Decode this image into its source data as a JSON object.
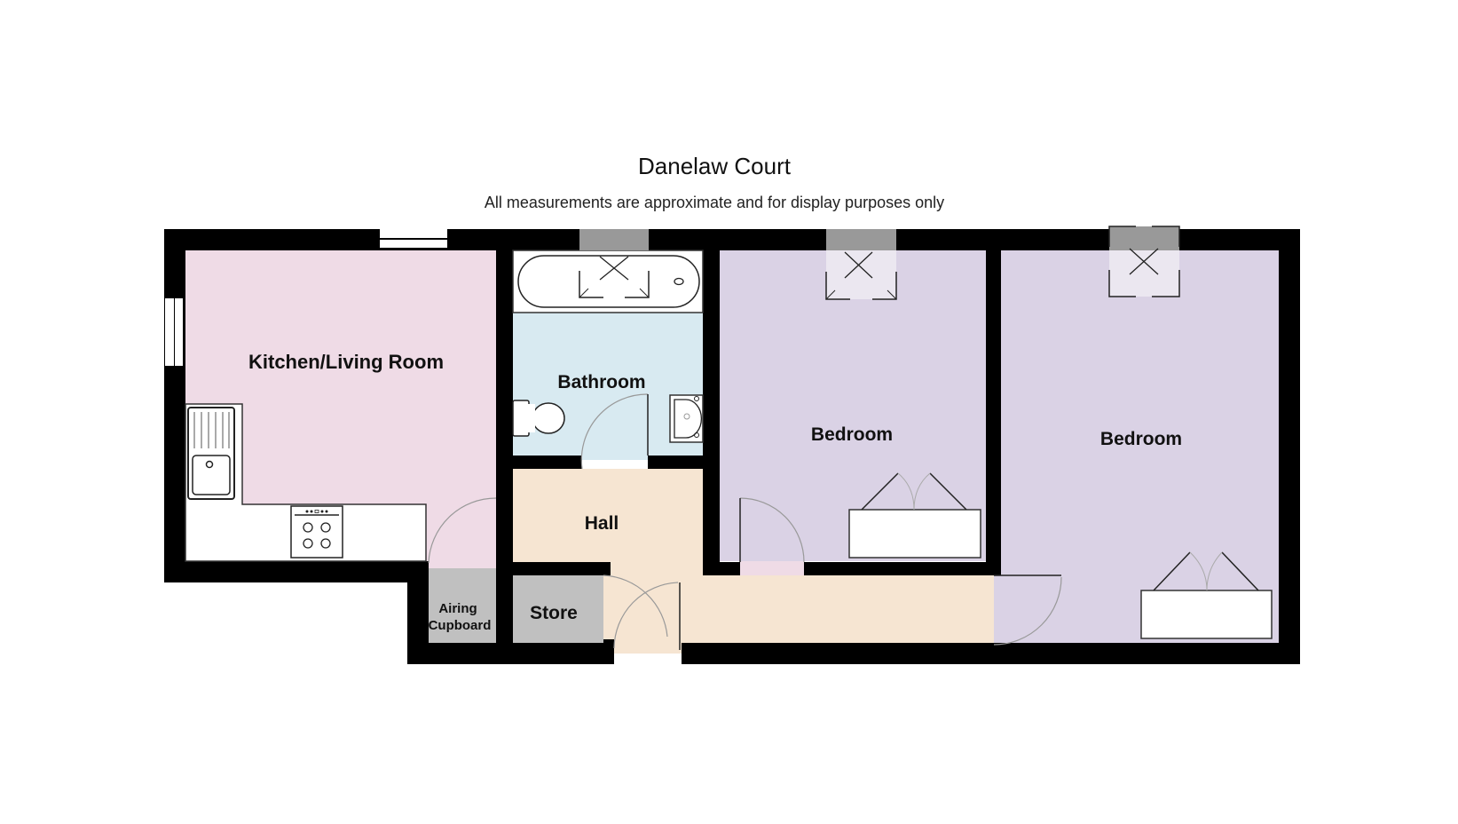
{
  "header": {
    "title": "Danelaw Court",
    "subtitle": "All measurements are approximate and for display purposes only"
  },
  "rooms": [
    {
      "id": "kitchen",
      "label": "Kitchen/Living Room",
      "color": "#efdbe6"
    },
    {
      "id": "bathroom",
      "label": "Bathroom",
      "color": "#d8eaf1"
    },
    {
      "id": "bedroom1",
      "label": "Bedroom",
      "color": "#dad2e5"
    },
    {
      "id": "bedroom2",
      "label": "Bedroom",
      "color": "#dad2e5"
    },
    {
      "id": "hall",
      "label": "Hall",
      "color": "#f6e5d2"
    },
    {
      "id": "store",
      "label": "Store",
      "color": "#c0c0c0"
    },
    {
      "id": "airing",
      "label_line1": "Airing",
      "label_line2": "Cupboard",
      "color": "#c0c0c0"
    }
  ],
  "colors": {
    "wall": "#000000",
    "fixture": "#ffffff",
    "skylight_frame": "#999999",
    "door_arc": "#999999"
  },
  "icons": [
    "skylight-icon",
    "bath-icon",
    "toilet-icon",
    "basin-icon",
    "sink-icon",
    "hob-icon",
    "wardrobe-icon",
    "door-swing-icon",
    "window-icon"
  ]
}
